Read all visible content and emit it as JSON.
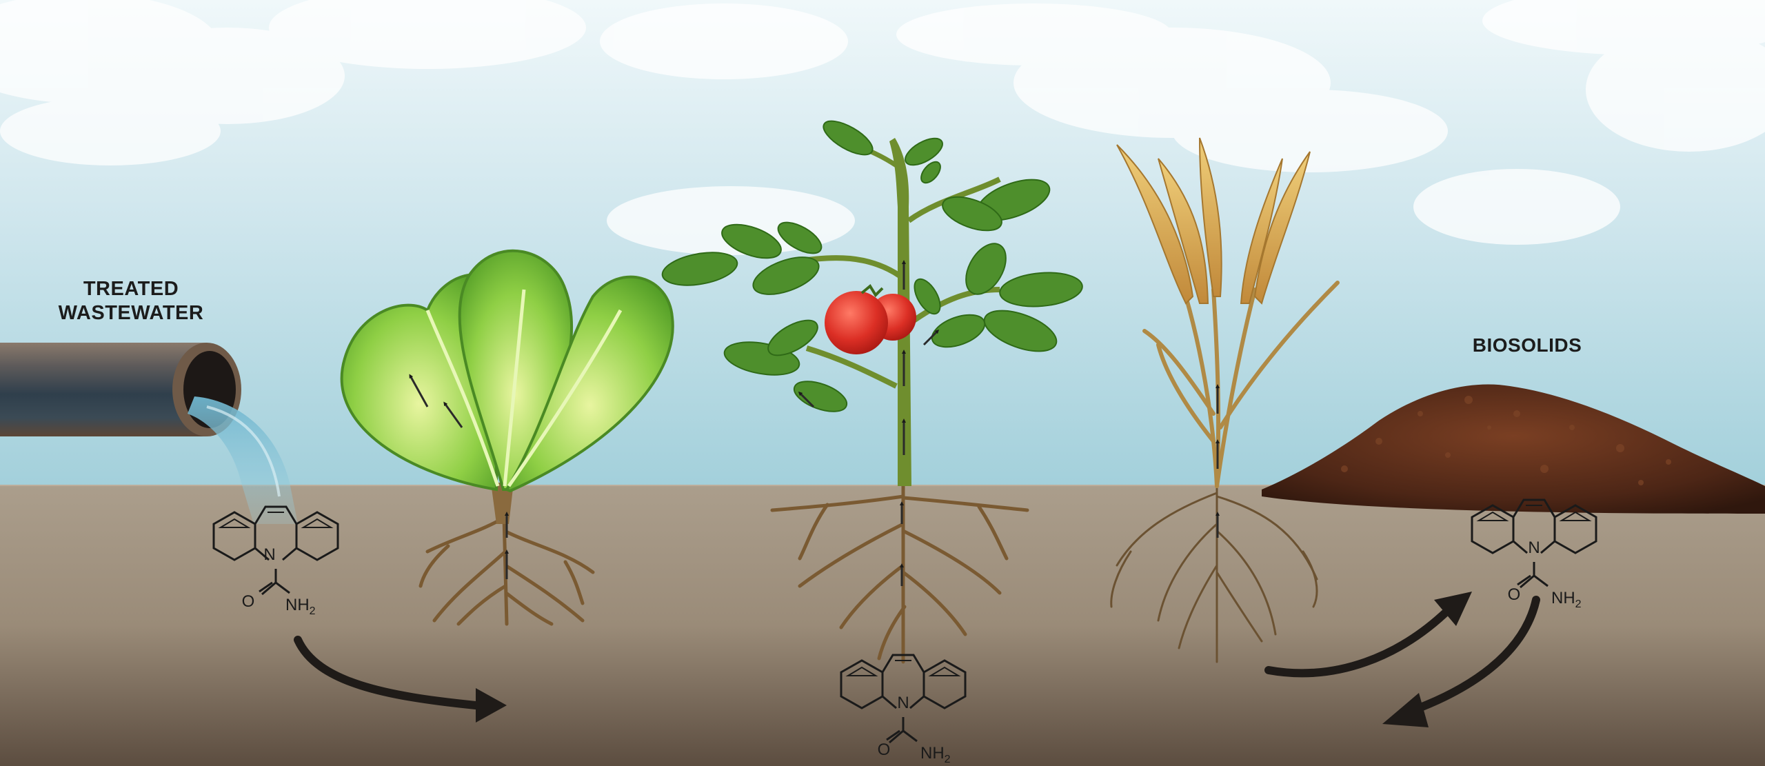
{
  "labels": {
    "treated_line1": "TREATED",
    "treated_line2": "WASTEWATER",
    "biosolids": "BIOSOLIDS"
  },
  "molecule": {
    "n": "N",
    "o": "O",
    "nh2": "NH",
    "nh2_sub": "2"
  },
  "colors": {
    "sky_top": "#eaf5f8",
    "sky_bottom": "#a6d2dc",
    "soil_top": "#aa9c8a",
    "soil_bottom": "#5f5043",
    "arrow": "#1f1b18",
    "root": "#8a6a3e",
    "leaf": "#4f8f2f",
    "tomato": "#d8322a",
    "wheat": "#d7a84c",
    "biosolids": "#5b2f1c"
  }
}
